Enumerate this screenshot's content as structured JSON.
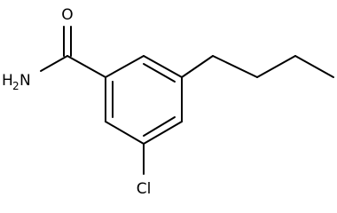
{
  "molecule": {
    "atoms": {
      "oxygen": "O",
      "amide_n": "N",
      "amide_h": "H",
      "amide_h_count": "2",
      "chlorine": "Cl"
    },
    "colors": {
      "bond": "#000000",
      "label": "#000000",
      "background": "#ffffff"
    }
  }
}
